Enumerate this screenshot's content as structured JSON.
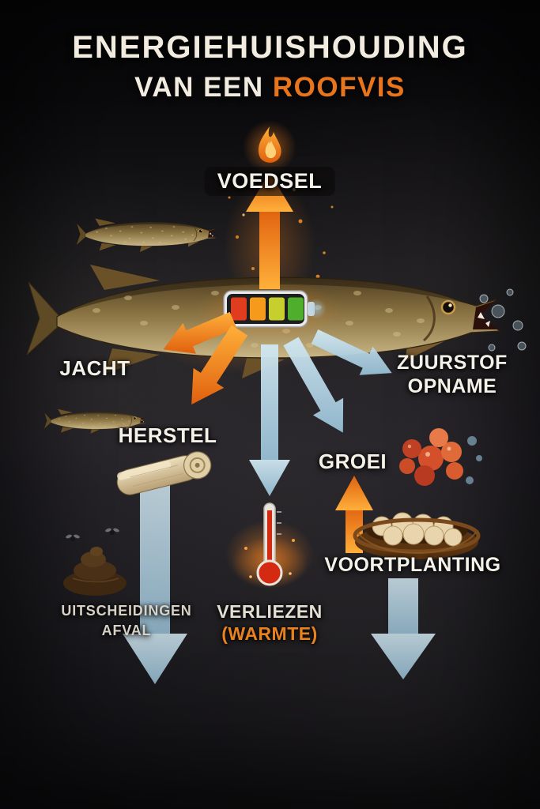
{
  "poster": {
    "title_line1": "ENERGIEHUISHOUDING",
    "title_line2_prefix": "VAN EEN ",
    "title_line2_highlight": "ROOFVIS"
  },
  "nodes": {
    "voedsel": {
      "label": "VOEDSEL",
      "icon": "flame-icon",
      "arrow": "orange-up"
    },
    "jacht": {
      "label": "JACHT",
      "icon": "prey-fish-icon",
      "arrow": "orange-down-left"
    },
    "herstel": {
      "label": "HERSTEL",
      "icon": "bandage-icon",
      "arrow": "orange-down-left"
    },
    "zuurstof_opname": {
      "label_line1": "ZUURSTOF",
      "label_line2": "OPNAME",
      "icon": "bubbles-icon",
      "arrow": "blue-right"
    },
    "groei": {
      "label": "GROEI",
      "icon": "fish-roe-icon",
      "arrow": "blue-down-right"
    },
    "voortplanting": {
      "label": "VOORTPLANTING",
      "icon": "nest-icon",
      "arrow": "orange-up"
    },
    "verliezen": {
      "label_line1": "VERLIEZEN",
      "label_line2": "(WARMTE)",
      "icon": "thermometer-icon",
      "arrow": "blue-down"
    },
    "uitscheidingen": {
      "label_line1": "UITSCHEIDINGEN",
      "label_line2": "AFVAL",
      "icon": "waste-icon",
      "arrow": "blue-down"
    }
  },
  "center": {
    "icon": "battery-energy-icon",
    "animal": "pike-illustration"
  },
  "colors": {
    "accent_orange": "#e8751c",
    "arrow_orange_light": "#ffb03a",
    "arrow_orange_dark": "#e0600e",
    "arrow_blue": "#b7d7e6",
    "title_text": "#f2ece0",
    "background": "#141316"
  }
}
